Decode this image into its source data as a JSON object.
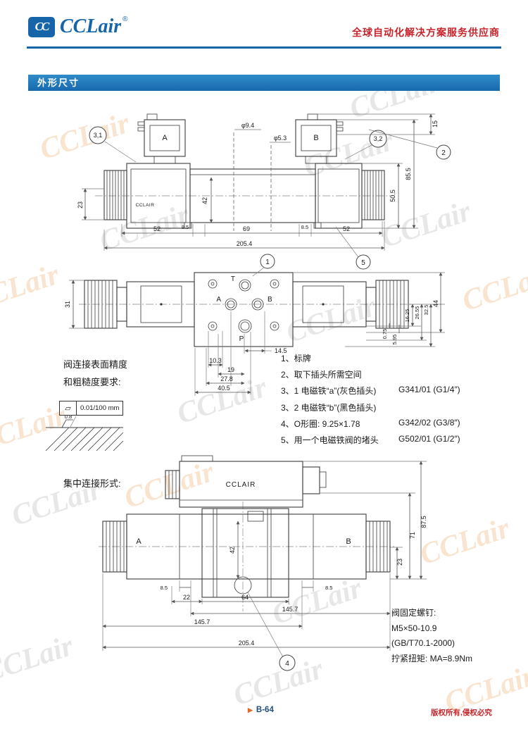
{
  "header": {
    "logo_mark": "CC",
    "logo": "CCLair",
    "logo_reg": "®",
    "tagline": "全球自动化解决方案服务供应商"
  },
  "section": {
    "title": "外形尺寸"
  },
  "watermark": {
    "text": "CCLair",
    "reg": "®"
  },
  "drawing_top": {
    "label_a": "A",
    "label_b": "B",
    "brand": "CCLAIR",
    "dia1": "φ9.4",
    "dia2": "φ5.3",
    "balloons": {
      "b31": "3,1",
      "b32": "3,2",
      "b2": "2",
      "b5": "5"
    },
    "dims": {
      "d15": "15",
      "d85_5": "85.5",
      "d50_5": "50.5",
      "d23": "23",
      "d42": "42",
      "d8_5l": "8.5",
      "d8_5r": "8.5",
      "d52l": "52",
      "d69": "69",
      "d52r": "52",
      "d205_4": "205.4"
    }
  },
  "drawing_mid": {
    "ports": {
      "t": "T",
      "a": "A",
      "b": "B",
      "p": "P"
    },
    "balloon1": "1",
    "dims": {
      "d31": "31",
      "d16_25": "16.25",
      "d26_55": "26.55",
      "d32_5": "32.5",
      "d44": "44",
      "d0_75": "0.75",
      "d5_95": "5.95",
      "d10_3": "10.3",
      "d14_5": "14.5",
      "d19": "19",
      "d27_8": "27.8",
      "d40_5": "40.5"
    }
  },
  "surface_note": {
    "line1": "阀连接表面精度",
    "line2": "和粗糙度要求:",
    "flatness_symbol": "▱",
    "flatness_value": "0.01/100 mm",
    "roughness": "0.8"
  },
  "notes": [
    {
      "text": "1、标牌",
      "code": ""
    },
    {
      "text": "2、取下插头所需空间",
      "code": ""
    },
    {
      "text": "3、1 电磁铁“a”(灰色插头)",
      "code": "G341/01 (G1/4″)"
    },
    {
      "text": "3、2 电磁铁“b”(黑色插头)",
      "code": ""
    },
    {
      "text": "4、O形圈: 9.25×1.78",
      "code": "G342/02 (G3/8″)"
    },
    {
      "text": "5、用一个电磁铁阀的堵头",
      "code": "G502/01 (G1/2″)"
    }
  ],
  "central_label": "集中连接形式:",
  "drawing_bottom": {
    "brand": "CCLAIR",
    "label_a": "A",
    "label_b": "B",
    "balloon4": "4",
    "dims": {
      "d87_5": "87.5",
      "d71": "71",
      "d23": "23",
      "d8_5l": "8.5",
      "d8_5r": "8.5",
      "d22": "22",
      "d64": "64",
      "d145_7a": "145.7",
      "d145_7b": "145.7",
      "d205_4": "205.4",
      "d42": "42"
    }
  },
  "fixing_note": {
    "line1": "阀固定螺钉:",
    "line2": "M5×50-10.9",
    "line3": "(GB/T70.1-2000)",
    "line4": "拧紧扭矩: MA=8.9Nm"
  },
  "footer": {
    "marker": "▶",
    "page": "B-64",
    "copyright": "版权所有,侵权必究"
  }
}
